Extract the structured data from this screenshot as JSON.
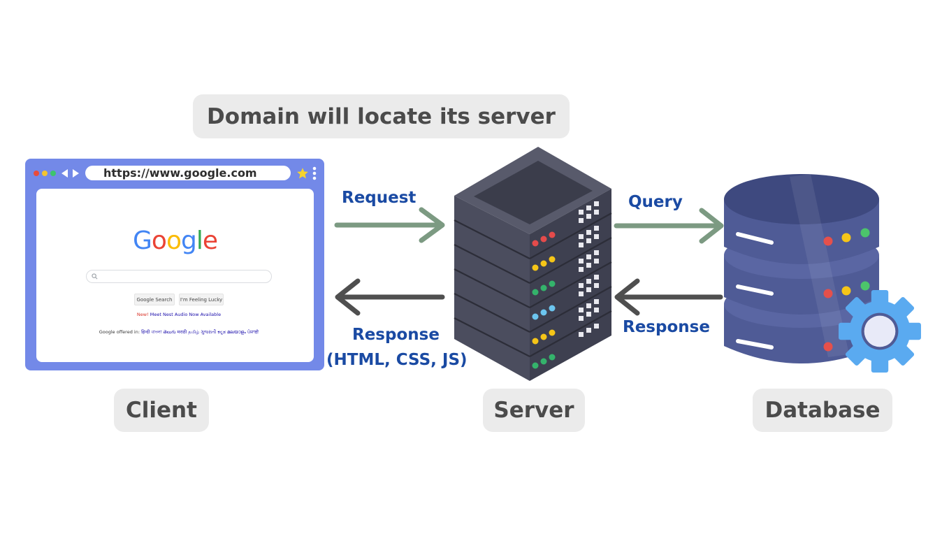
{
  "title": "Domain will locate its server",
  "nodes": {
    "client": "Client",
    "server": "Server",
    "database": "Database"
  },
  "edges": {
    "request": "Request",
    "query": "Query",
    "response_server": "Response",
    "response_client_line1": "Response",
    "response_client_line2": "(HTML, CSS, JS)"
  },
  "browser": {
    "url": "https://www.google.com",
    "logo_letters": [
      "G",
      "o",
      "o",
      "g",
      "l",
      "e"
    ],
    "search_button": "Google Search",
    "lucky_button": "I'm Feeling Lucky",
    "promo_new": "New!",
    "promo_text": "Meet Nest Audio",
    "promo_link": "Now Available",
    "offered_in": "Google offered in:",
    "languages": "हिन्दी বাংলা తెలుగు मराठी தமிழ் ગુજરાતી ಕನ್ನಡ മലയാളം ਪੰਜਾਬੀ"
  },
  "colors": {
    "arrow_green": "#7c9a82",
    "arrow_dark": "#4f4f4f",
    "label_blue": "#1a4aa3",
    "browser_frame": "#7389e8",
    "server_body": "#4a4c5c",
    "db_body": "#4f5b96",
    "gear": "#5aaaf0",
    "google_blue": "#4285f4",
    "google_red": "#ea4335",
    "google_yellow": "#fbbc05",
    "google_green": "#34a853"
  }
}
